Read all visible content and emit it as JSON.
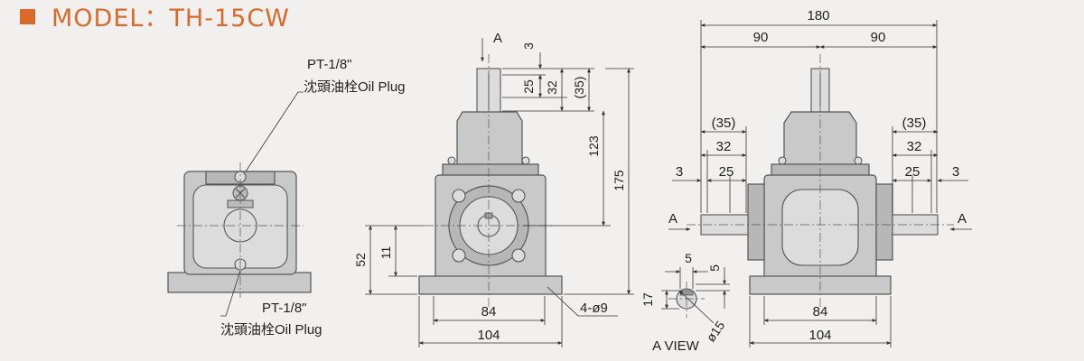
{
  "title": "MODEL：TH-15CW",
  "colors": {
    "accent": "#d96a2b",
    "body": "#c9c9c9",
    "background": "#f2f0ee"
  },
  "plug_top": {
    "spec": "PT-1/8\"",
    "label": "沈頭油栓Oil Plug"
  },
  "plug_bottom": {
    "spec": "PT-1/8\"",
    "label": "沈頭油栓Oil Plug"
  },
  "front_view": {
    "arrow_label": "A",
    "dims": {
      "d3": "3",
      "d25": "25",
      "d32": "32",
      "d35": "(35)",
      "d123": "123",
      "d175": "175",
      "d52": "52",
      "d11": "11",
      "d84": "84",
      "d104": "104",
      "holes": "4-ø9"
    }
  },
  "side_view": {
    "left_label": "A",
    "right_label": "A",
    "dims": {
      "d180": "180",
      "d90_left": "90",
      "d90_right": "90",
      "d35_left": "(35)",
      "d32_left": "32",
      "d25_left": "25",
      "d3_left": "3",
      "d35_right": "(35)",
      "d32_right": "32",
      "d25_right": "25",
      "d3_right": "3",
      "d84": "84",
      "d104": "104"
    }
  },
  "a_view": {
    "label": "A VIEW",
    "dims": {
      "d5a": "5",
      "d5b": "5",
      "d17": "17",
      "d15": "ø15"
    }
  }
}
